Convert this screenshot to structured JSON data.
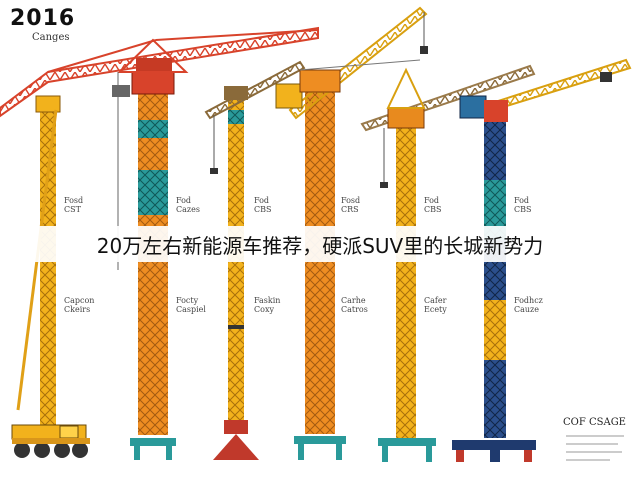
{
  "poster": {
    "year": "2016",
    "subtitle": "Canges",
    "headline": "20万左右新能源车推荐，硬派SUV里的长城新势力",
    "corner_title": "COF CSAGE"
  },
  "crane_labels": [
    {
      "line1": "Fosd",
      "line2": "CST"
    },
    {
      "line1": "Fod",
      "line2": "Cazes"
    },
    {
      "line1": "Fod",
      "line2": "CBS"
    },
    {
      "line1": "Fosd",
      "line2": "CRS"
    },
    {
      "line1": "Fod",
      "line2": "CBS"
    },
    {
      "line1": "Fod",
      "line2": "CBS"
    }
  ],
  "crane_names": [
    {
      "line1": "Capcon",
      "line2": "Ckeirs"
    },
    {
      "line1": "Focty",
      "line2": "Caspiel"
    },
    {
      "line1": "Faskin",
      "line2": "Coxy"
    },
    {
      "line1": "Carhe",
      "line2": "Catros"
    },
    {
      "line1": "Cafer",
      "line2": "Ecety"
    },
    {
      "line1": "Fodhcz",
      "line2": "Cauze"
    }
  ],
  "colors": {
    "yellow": "#f2b21c",
    "orange": "#e88a1e",
    "red": "#d8432b",
    "teal": "#1f8a8a",
    "navy": "#1f3a6e",
    "steel": "#555555"
  }
}
